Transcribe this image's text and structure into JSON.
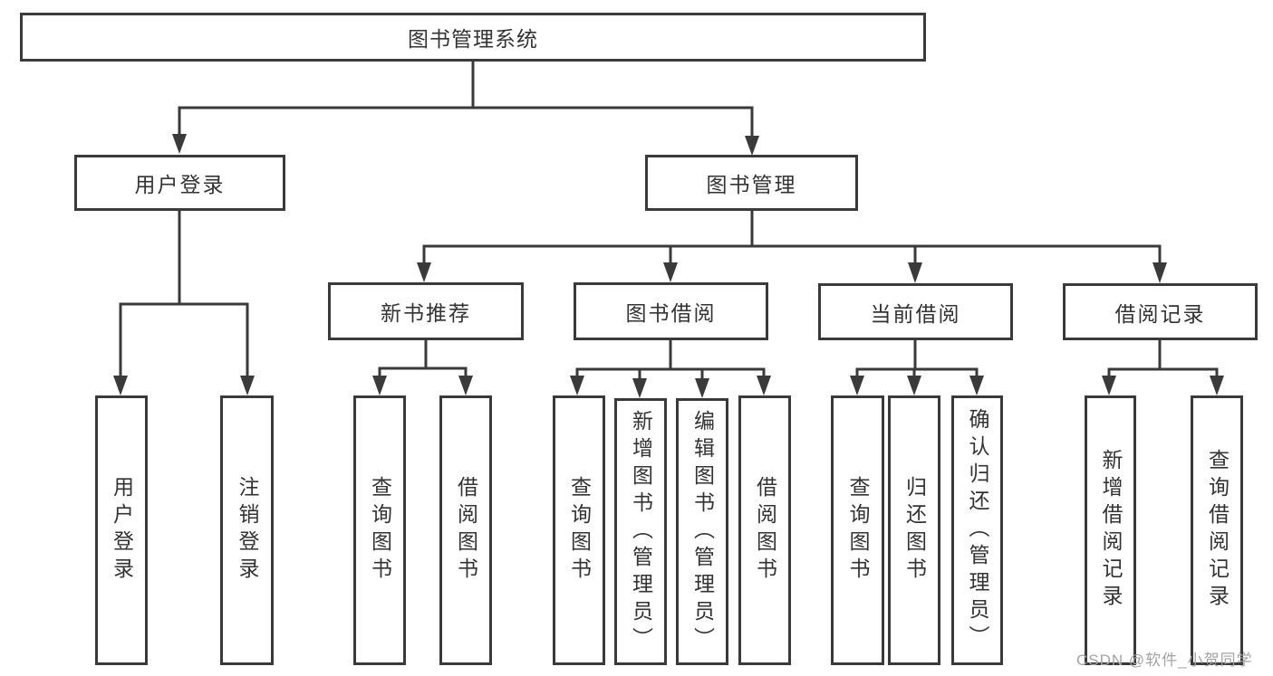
{
  "diagram": {
    "title": "图书管理系统",
    "root": {
      "label": "图书管理系统"
    },
    "level2": [
      {
        "id": "user-login",
        "label": "用户登录"
      },
      {
        "id": "book-management",
        "label": "图书管理"
      }
    ],
    "level3": [
      {
        "id": "new-book-recommend",
        "label": "新书推荐"
      },
      {
        "id": "book-borrow",
        "label": "图书借阅"
      },
      {
        "id": "current-borrow",
        "label": "当前借阅"
      },
      {
        "id": "borrow-records",
        "label": "借阅记录"
      }
    ],
    "leaves": [
      {
        "id": "user-login-leaf",
        "label": "用户登录"
      },
      {
        "id": "logout",
        "label": "注销登录"
      },
      {
        "id": "query-books-1",
        "label": "查询图书"
      },
      {
        "id": "borrow-books-1",
        "label": "借阅图书"
      },
      {
        "id": "query-books-2",
        "label": "查询图书"
      },
      {
        "id": "add-books-admin",
        "label": "新增图书（管理员）"
      },
      {
        "id": "edit-books-admin",
        "label": "编辑图书（管理员）"
      },
      {
        "id": "borrow-books-2",
        "label": "借阅图书"
      },
      {
        "id": "query-books-3",
        "label": "查询图书"
      },
      {
        "id": "return-books",
        "label": "归还图书"
      },
      {
        "id": "confirm-return-admin",
        "label": "确认归还（管理员）"
      },
      {
        "id": "add-borrow-record",
        "label": "新增借阅记录"
      },
      {
        "id": "query-borrow-record",
        "label": "查询借阅记录"
      }
    ]
  },
  "watermark": {
    "text": "CSDN @软件_小贺同学"
  },
  "colors": {
    "line": "#3a3a3a",
    "border": "#3a3a3a",
    "text": "#333333",
    "background": "#ffffff",
    "watermark": "#a3a3a3"
  }
}
